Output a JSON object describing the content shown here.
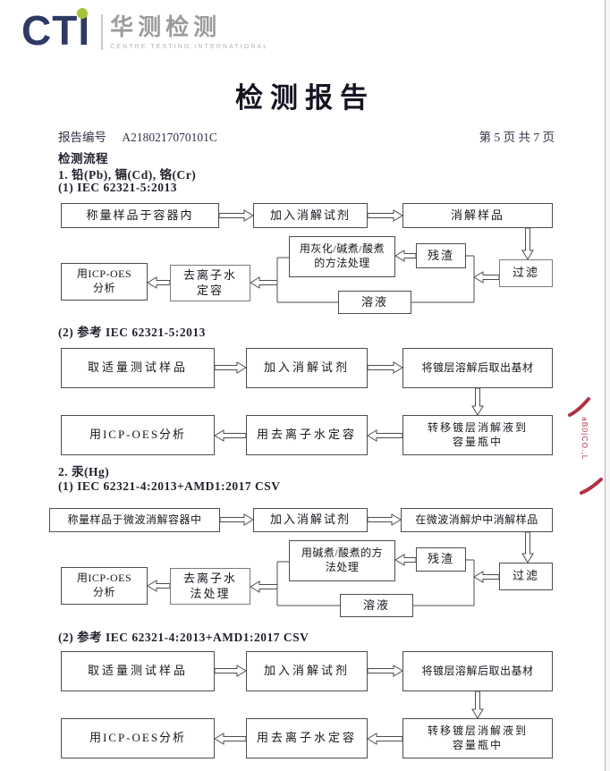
{
  "header": {
    "logo_cti": "CTI",
    "logo_cn": "华测检测",
    "logo_en": "CENTRE TESTING INTERNATIONAL",
    "title": "检测报告",
    "report_no_label": "报告编号",
    "report_no": "A2180217070101C",
    "page_info": "第 5 页  共 7 页",
    "flow_heading": "检测流程"
  },
  "sections": {
    "s1_heading": "1. 铅(Pb), 镉(Cd), 铬(Cr)",
    "s1_sub1": "(1) IEC 62321-5:2013",
    "s1_sub2": "(2) 参考 IEC 62321-5:2013",
    "s2_heading": "2. 汞(Hg)",
    "s2_sub1": "(1) IEC 62321-4:2013+AMD1:2017 CSV",
    "s2_sub2": "(2) 参考 IEC 62321-4:2013+AMD1:2017 CSV"
  },
  "flowcharts": {
    "a": {
      "weigh": "称量样品于容器内",
      "add_reagent": "加入消解试剂",
      "digest": "消解样品",
      "filter": "过滤",
      "residue": "残渣",
      "treat_line1": "用灰化/碱煮/酸煮",
      "treat_line2": "的方法处理",
      "solution": "溶液",
      "dilute_line1": "去离子水",
      "dilute_line2": "定容",
      "icp_line1": "用ICP-OES",
      "icp_line2": "分析"
    },
    "b": {
      "sample": "取适量测试样品",
      "add_reagent": "加入消解试剂",
      "dissolve": "将镀层溶解后取出基材",
      "transfer_line1": "转移镀层消解液到",
      "transfer_line2": "容量瓶中",
      "dilute": "用去离子水定容",
      "icp": "用ICP-OES分析"
    },
    "c": {
      "weigh": "称量样品于微波消解容器中",
      "add_reagent": "加入消解试剂",
      "digest": "在微波消解炉中消解样品",
      "filter": "过滤",
      "residue": "残渣",
      "treat_line1": "用碱煮/酸煮的方",
      "treat_line2": "法处理",
      "solution": "溶液",
      "dilute_line1": "去离子水",
      "dilute_line2": "法处理",
      "icp_line1": "用ICP-OES",
      "icp_line2": "分析"
    },
    "d": {
      "sample": "取适量测试样品",
      "add_reagent": "加入消解试剂",
      "dissolve": "将镀层溶解后取出基材",
      "transfer_line1": "转移镀层消解液到",
      "transfer_line2": "容量瓶中",
      "dilute": "用去离子水定容",
      "icp": "用ICP-OES分析"
    }
  },
  "stamp": {
    "fragment": "aB0|CO.,L"
  },
  "colors": {
    "logo_navy": "#2e3a64",
    "logo_green": "#a6c239",
    "logo_gray": "#9b9b9b",
    "stamp_red": "#b03046",
    "text": "#1d1d2e"
  }
}
